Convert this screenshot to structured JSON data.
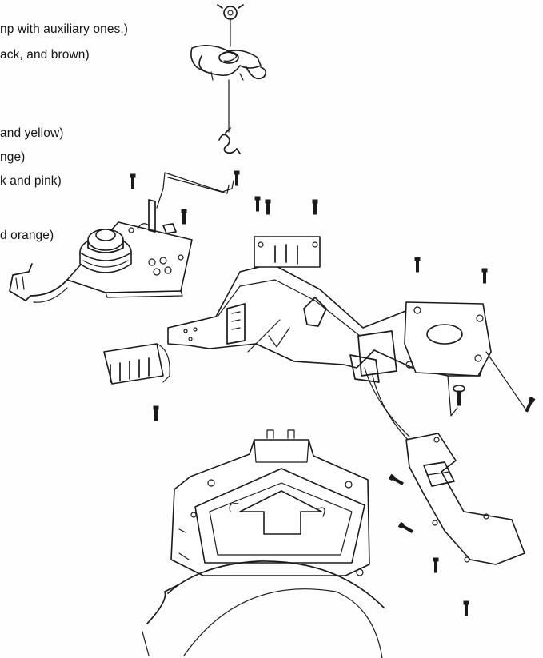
{
  "callouts": [
    {
      "id": "c1",
      "text": "np with auxiliary ones.)"
    },
    {
      "id": "c2",
      "text": "ack, and brown)"
    },
    {
      "id": "c3",
      "text": "and yellow)"
    },
    {
      "id": "c4",
      "text": "nge)"
    },
    {
      "id": "c5",
      "text": "k and pink)"
    },
    {
      "id": "c6",
      "text": "d orange)"
    }
  ],
  "colors": {
    "ink": "#1a1a1a",
    "paper": "#fefefe"
  }
}
